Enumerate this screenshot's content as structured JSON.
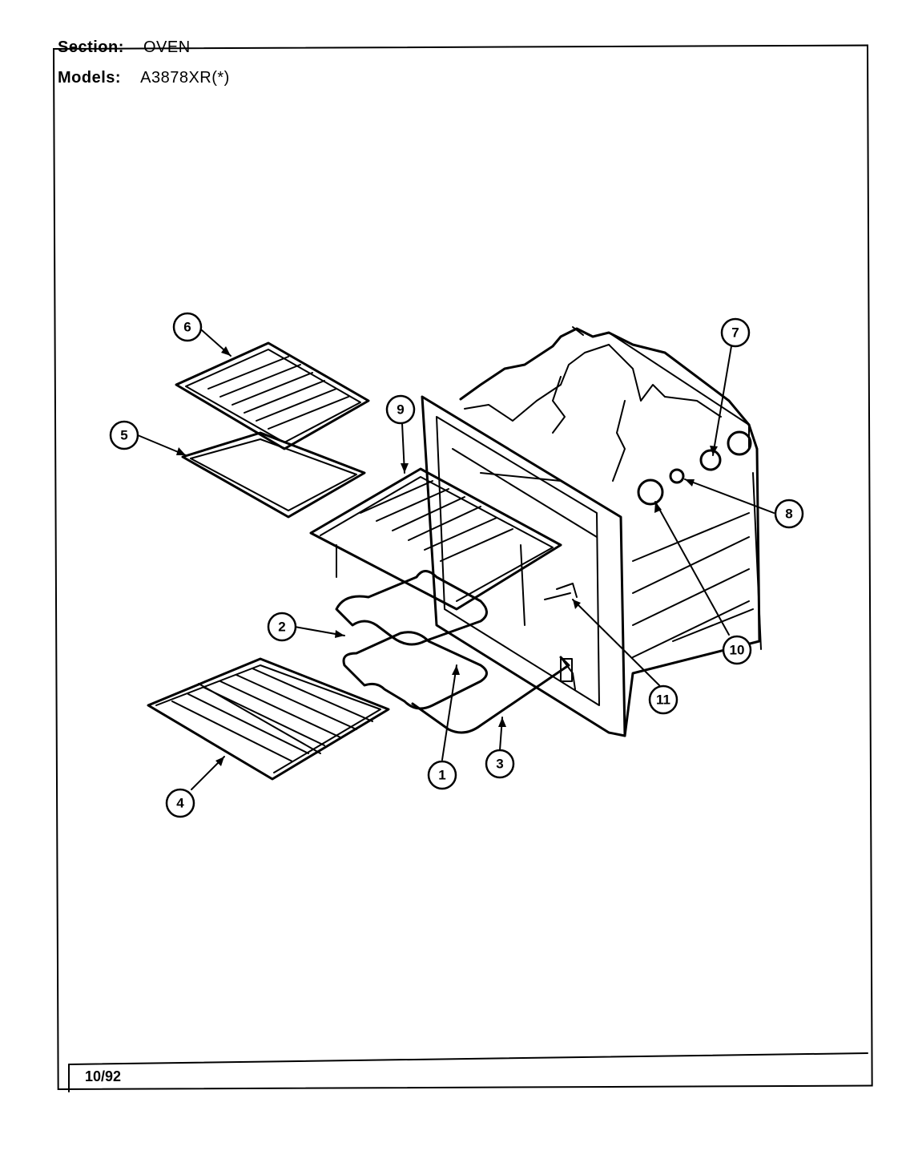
{
  "header": {
    "section_label": "Section:",
    "section_value": "OVEN",
    "models_label": "Models:",
    "models_value": "A3878XR(*)"
  },
  "footer": {
    "date": "10/92"
  },
  "callouts": [
    "1",
    "2",
    "3",
    "4",
    "5",
    "6",
    "7",
    "8",
    "9",
    "10",
    "11"
  ]
}
